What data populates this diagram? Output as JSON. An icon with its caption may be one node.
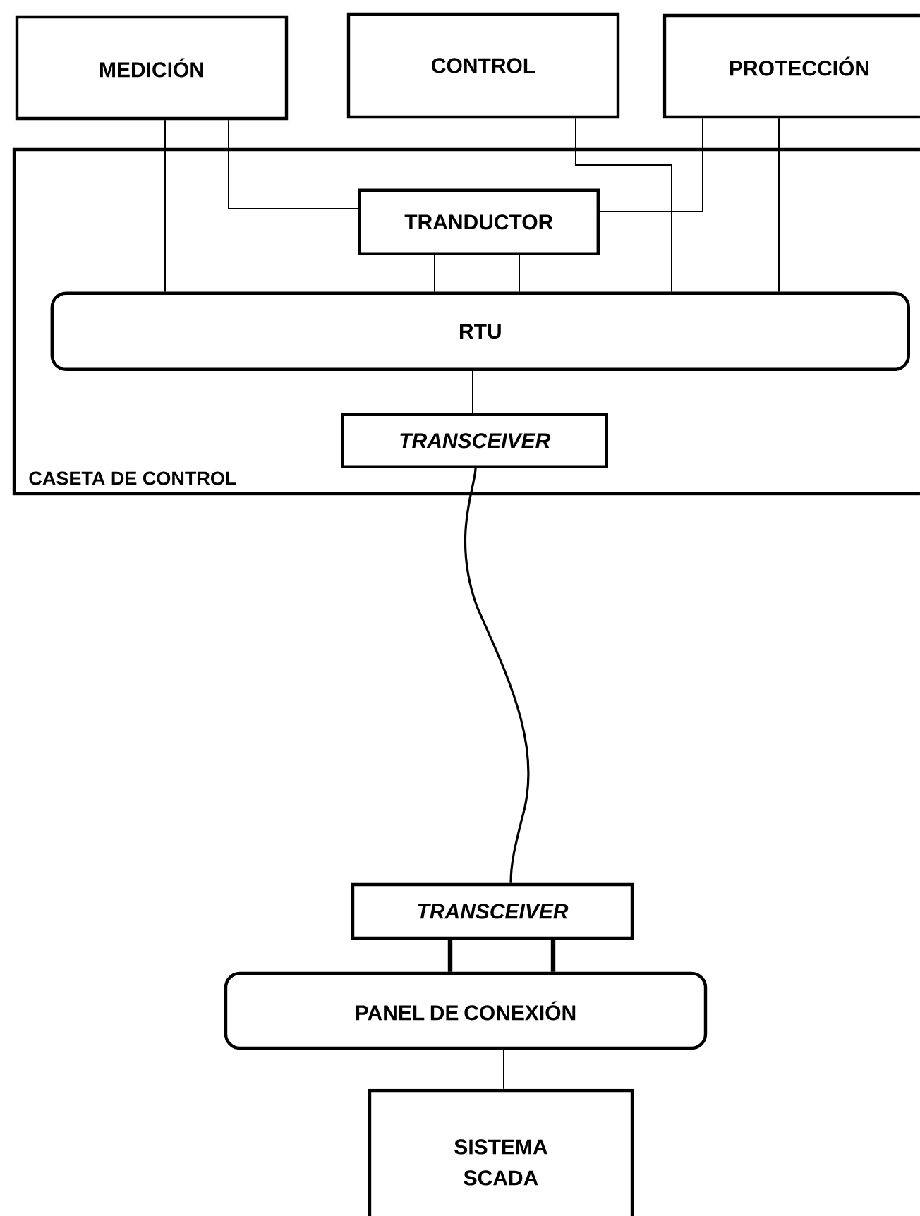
{
  "diagram": {
    "nodes": [
      {
        "text": [
          "MEDICIÓN"
        ]
      },
      {
        "text": [
          "CONTROL"
        ]
      },
      {
        "text": [
          "PROTECCIÓN"
        ]
      },
      {
        "text": [
          "CASETA DE CONTROL"
        ]
      },
      {
        "text": [
          "TRANDUCTOR"
        ],
        "in": 3
      },
      {
        "text": [
          "RTU"
        ],
        "in": 3
      },
      {
        "text": [
          "TRANSCEIVER"
        ],
        "in": 3
      },
      {
        "text": [
          "TRANSCEIVER"
        ]
      },
      {
        "text": [
          "PANEL DE CONEXIÓN"
        ]
      },
      {
        "text": [
          "SISTEMA SCADA"
        ]
      }
    ],
    "edges": [
      {
        "from": 0,
        "to": 5,
        "arrow": "none"
      },
      {
        "from": 0,
        "to": 4,
        "arrow": "none"
      },
      {
        "from": 1,
        "to": 5,
        "arrow": "none"
      },
      {
        "from": 2,
        "to": 4,
        "arrow": "none"
      },
      {
        "from": 2,
        "to": 5,
        "arrow": "none"
      },
      {
        "from": 4,
        "to": 5,
        "arrow": "none"
      },
      {
        "from": 4,
        "to": 5,
        "arrow": "none"
      },
      {
        "from": 5,
        "to": 6,
        "arrow": "none"
      },
      {
        "from": 6,
        "to": 7,
        "arrow": "none"
      },
      {
        "from": 7,
        "to": 8,
        "arrow": "none",
        "style": "thick"
      },
      {
        "from": 7,
        "to": 8,
        "arrow": "none",
        "style": "thick"
      },
      {
        "from": 8,
        "to": 9,
        "arrow": "none"
      }
    ]
  }
}
